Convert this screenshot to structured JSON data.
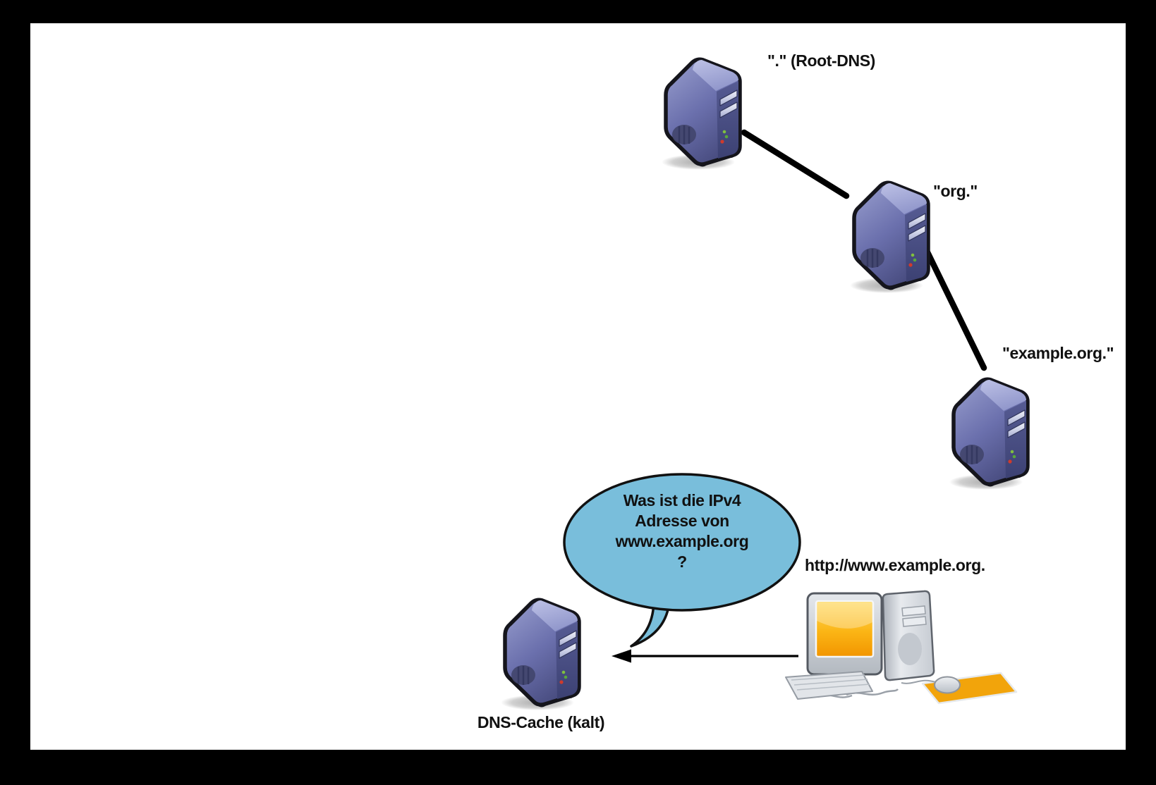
{
  "diagram": {
    "type": "dns-resolution-hierarchy",
    "frame_color": "#000000",
    "canvas_color": "#ffffff",
    "nodes": {
      "root_dns": {
        "label": "\".\" (Root-DNS)",
        "icon": "server-icon"
      },
      "org": {
        "label": "\"org.\"",
        "icon": "server-icon"
      },
      "example_org": {
        "label": "\"example.org.\"",
        "icon": "server-icon"
      },
      "dns_cache": {
        "label": "DNS-Cache (kalt)",
        "icon": "server-icon"
      },
      "client": {
        "label": "http://www.example.org.",
        "icon": "desktop-computer-icon"
      }
    },
    "edges": [
      {
        "from": "root_dns",
        "to": "org",
        "style": "thick-solid-line",
        "color": "#000000"
      },
      {
        "from": "org",
        "to": "example_org",
        "style": "thick-solid-line",
        "color": "#000000"
      },
      {
        "from": "client",
        "to": "dns_cache",
        "style": "thin-arrow-left",
        "color": "#000000"
      }
    ],
    "speech_bubble": {
      "speaker": "client",
      "text": "Was ist die IPv4\nAdresse von\nwww.example.org\n?",
      "fill_color": "#79BEDB",
      "border_color": "#111111"
    },
    "palette": {
      "server_side": "#6B70AD",
      "server_front": "#464B83",
      "server_top": "#AEB2DC",
      "led_green": "#58A83C",
      "led_red": "#D03A2B",
      "screen_yellow": "#F7A600",
      "mousepad_orange": "#F2A40B",
      "label_text": "#111111"
    }
  }
}
